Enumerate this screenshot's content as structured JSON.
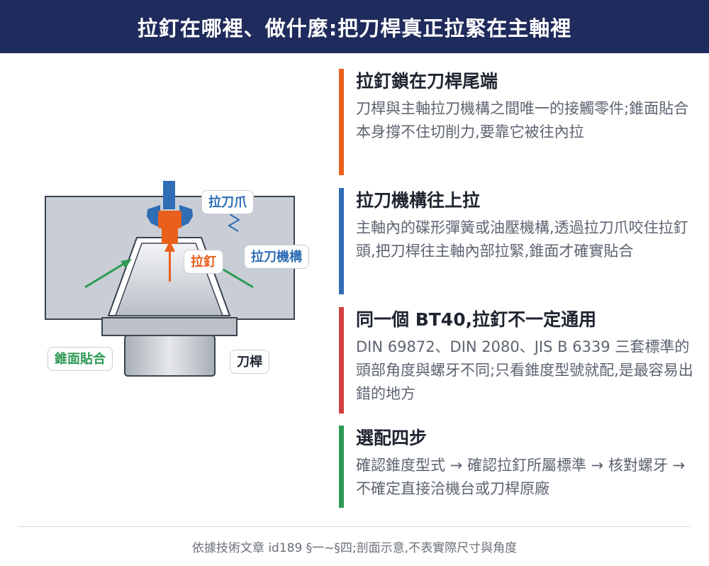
{
  "header": {
    "title": "拉釘在哪裡、做什麼:把刀桿真正拉緊在主軸裡"
  },
  "diagram": {
    "labels": {
      "puller_claw": "拉刀爪",
      "pull_stud": "拉釘",
      "drawbar": "拉刀機構",
      "taper_contact": "錐面貼合",
      "tool_holder": "刀桿"
    }
  },
  "sections": [
    {
      "title": "拉釘鎖在刀桿尾端",
      "body": "刀桿與主軸拉刀機構之間唯一的接觸零件;錐面貼合本身撐不住切削力,要靠它被往內拉"
    },
    {
      "title": "拉刀機構往上拉",
      "body": "主軸內的碟形彈簧或油壓機構,透過拉刀爪咬住拉釘頭,把刀桿往主軸內部拉緊,錐面才確實貼合"
    },
    {
      "title": "同一個 BT40,拉釘不一定通用",
      "body": "DIN 69872、DIN 2080、JIS B 6339 三套標準的頭部角度與螺牙不同;只看錐度型號就配,是最容易出錯的地方"
    },
    {
      "title": "選配四步",
      "body": "確認錐度型式 → 確認拉釘所屬標準 → 核對螺牙 → 不確定直接洽機台或刀桿原廠"
    }
  ],
  "footer": {
    "note": "依據技術文章 id189 §一~§四;剖面示意,不表實際尺寸與角度"
  },
  "colors": {
    "header_bg": "#1f2b5c",
    "orange": "#e8601c",
    "blue": "#2f6db5",
    "red": "#d13f3f",
    "green": "#2e9a55",
    "spindle_gray": "#c9ced6"
  }
}
